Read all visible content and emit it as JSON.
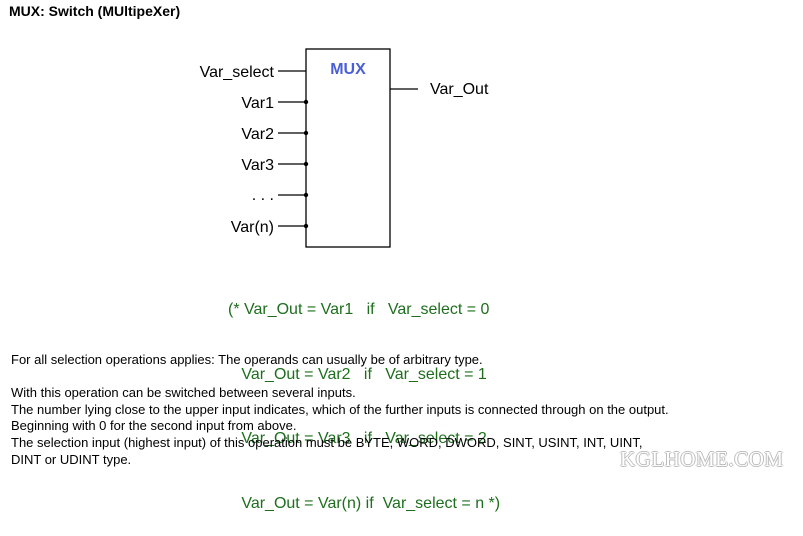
{
  "title": "MUX: Switch (MUltipeXer)",
  "block": {
    "name": "MUX",
    "inputs": [
      "Var_select",
      "Var1",
      "Var2",
      "Var3",
      ". . .",
      "Var(n)"
    ],
    "output": "Var_Out"
  },
  "code_lines": [
    "(* Var_Out = Var1   if   Var_select = 0",
    "   Var_Out = Var2   if   Var_select = 1",
    "   Var_Out = Var3   if   Var_select = 2",
    "   Var_Out = Var(n) if  Var_select = n *)"
  ],
  "notes": [
    "For all selection operations applies: The operands can usually be of arbitrary type.",
    "",
    "With this operation can be switched between several inputs.",
    "The number lying close to the upper input indicates, which of the further inputs is connected through on the output.",
    "Beginning with 0 for the second input from above.",
    "The selection input (highest input) of this operation must be BYTE, WORD, DWORD, SINT, USINT, INT, UINT,",
    "DINT or UDINT type."
  ],
  "watermark": "KGLHOME.COM",
  "colors": {
    "block_title": "#4a5ed8",
    "code": "#1e6e1e"
  }
}
